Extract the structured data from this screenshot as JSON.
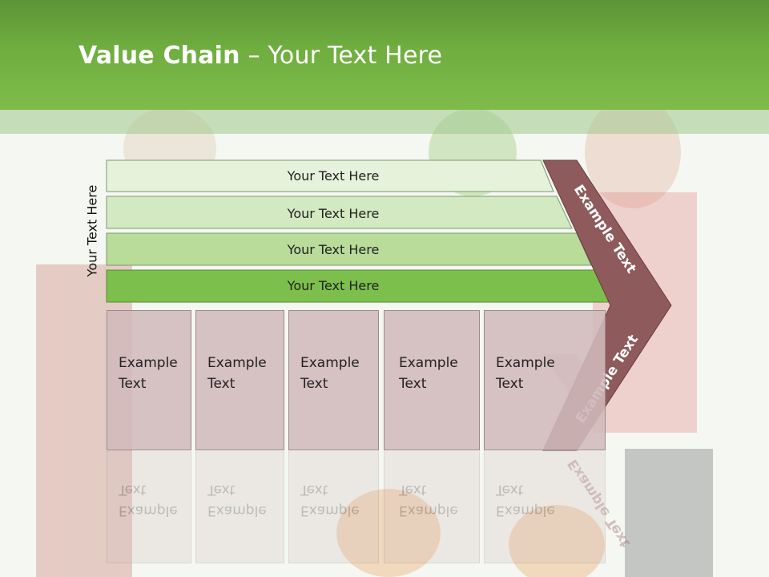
{
  "slide": {
    "title_bold": "Value Chain",
    "title_rest": " – Your Text Here",
    "side_label": "Your Text Here"
  },
  "bars": [
    {
      "label": "Your Text Here",
      "color": "#e6f2dc"
    },
    {
      "label": "Your Text Here",
      "color": "#d3e9c2"
    },
    {
      "label": "Your Text Here",
      "color": "#b9dc9b"
    },
    {
      "label": "Your Text Here",
      "color": "#7cbf4c"
    }
  ],
  "boxes": [
    {
      "label": "Example\nText"
    },
    {
      "label": "Example\nText"
    },
    {
      "label": "Example\nText"
    },
    {
      "label": "Example\nText"
    },
    {
      "label": "Example\nText"
    }
  ],
  "chevron": {
    "upper_label": "Example Text",
    "lower_label": "Example Text",
    "color": "#8f5a5c"
  },
  "colors": {
    "header_green": "#6fae3f",
    "box_fill": "#d2b9bc"
  }
}
